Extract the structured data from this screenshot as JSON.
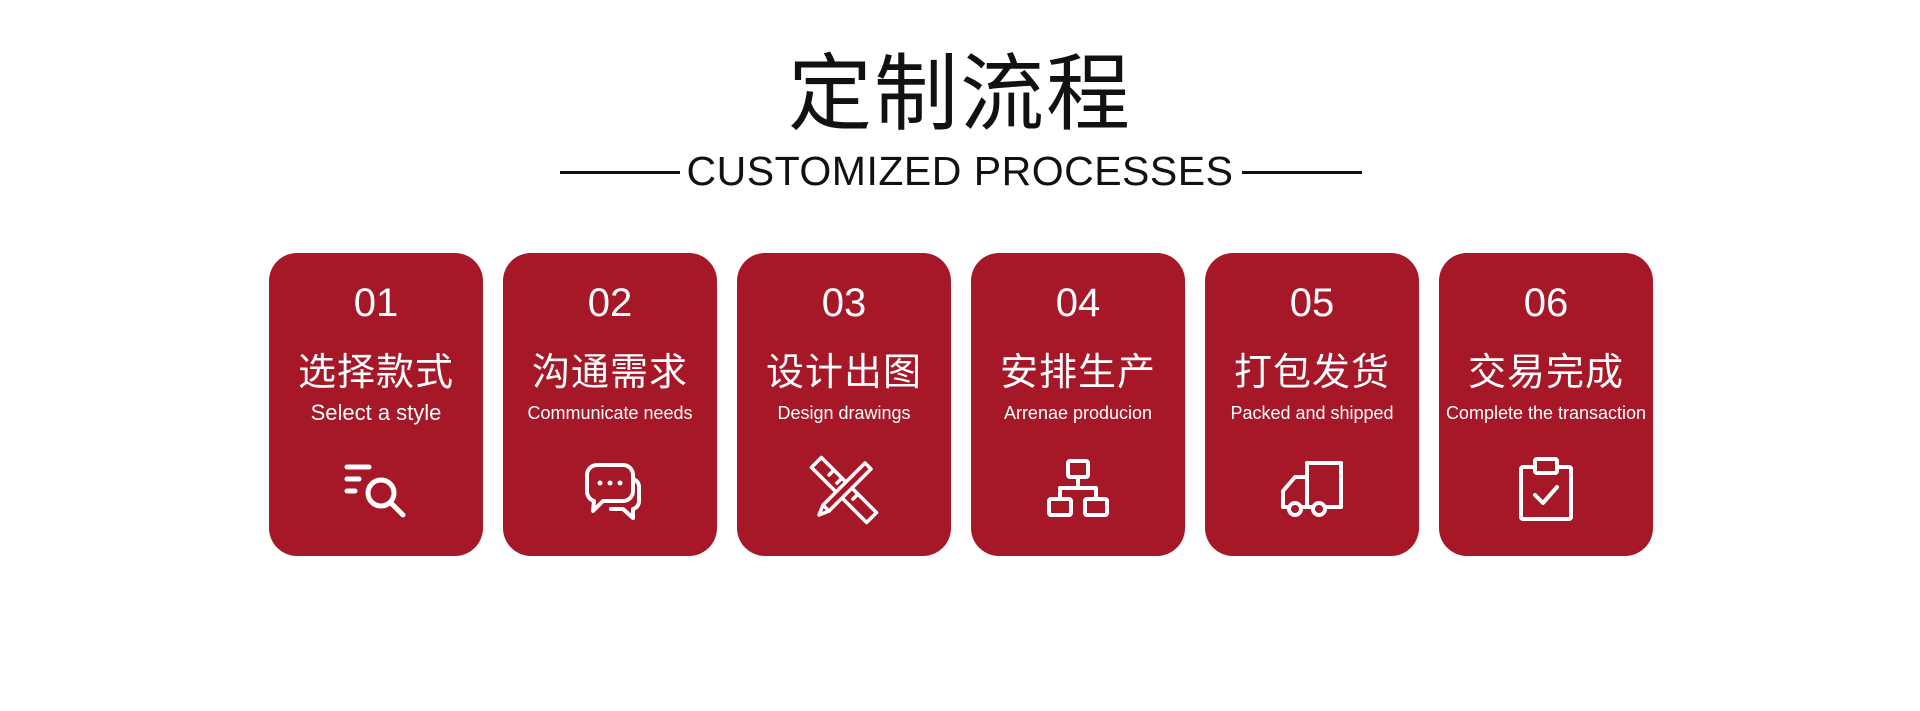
{
  "header": {
    "title_cn": "定制流程",
    "title_en": "CUSTOMIZED PROCESSES"
  },
  "colors": {
    "card_background": "#a61728",
    "text_on_card": "#ffffff",
    "heading": "#111111"
  },
  "steps": [
    {
      "number": "01",
      "title_cn": "选择款式",
      "title_en": "Select a style",
      "icon": "search-list-icon"
    },
    {
      "number": "02",
      "title_cn": "沟通需求",
      "title_en": "Communicate needs",
      "icon": "chat-bubbles-icon"
    },
    {
      "number": "03",
      "title_cn": "设计出图",
      "title_en": "Design drawings",
      "icon": "pencil-ruler-icon"
    },
    {
      "number": "04",
      "title_cn": "安排生产",
      "title_en": "Arrenae producion",
      "icon": "org-chart-icon"
    },
    {
      "number": "05",
      "title_cn": "打包发货",
      "title_en": "Packed and shipped",
      "icon": "delivery-truck-icon"
    },
    {
      "number": "06",
      "title_cn": "交易完成",
      "title_en": "Complete the transaction",
      "icon": "clipboard-check-icon"
    }
  ]
}
